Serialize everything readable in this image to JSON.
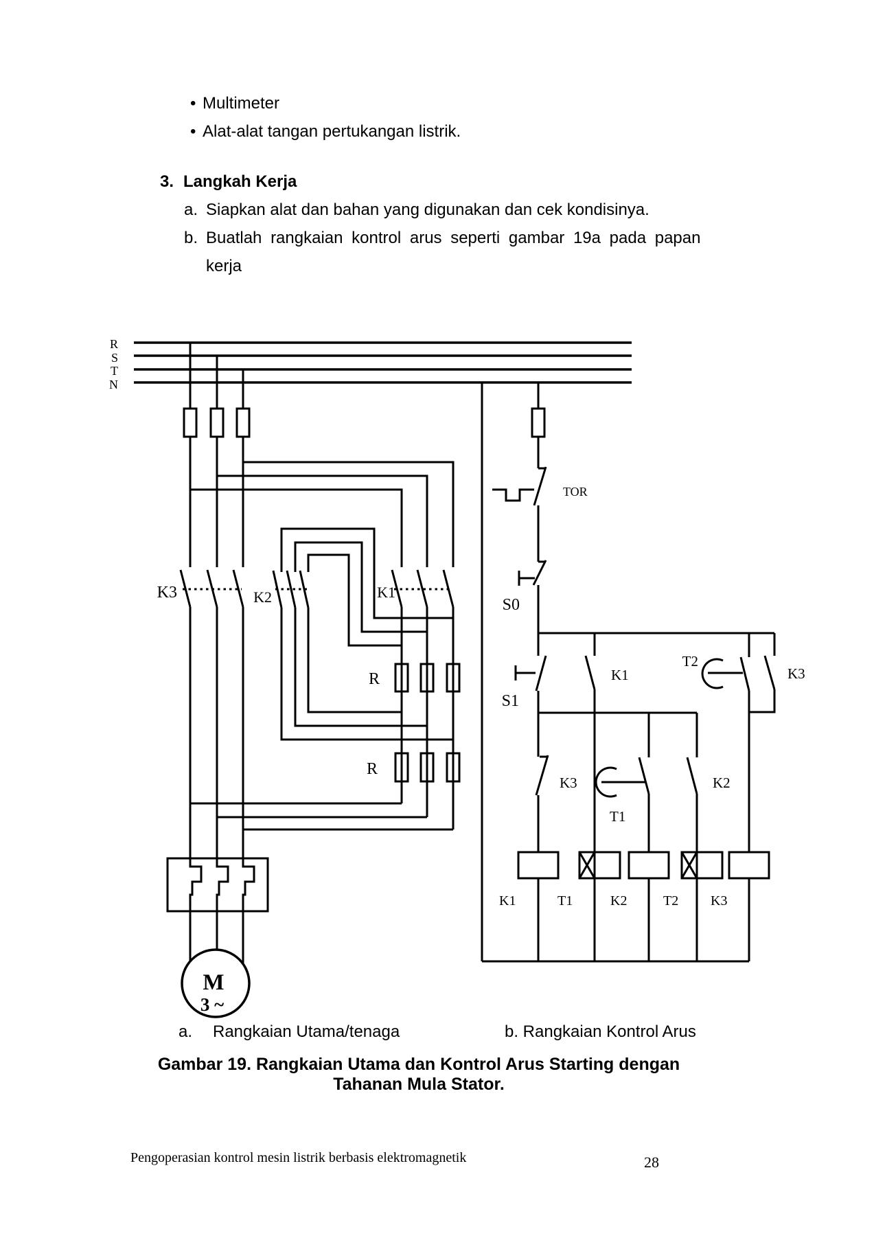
{
  "page": {
    "bullet_glyph": "•",
    "bullets": [
      "Multimeter",
      "Alat-alat tangan pertukangan listrik."
    ],
    "heading_num": "3.",
    "heading": "Langkah Kerja",
    "step_a_num": "a.",
    "step_a": "Siapkan alat dan bahan yang digunakan dan cek kondisinya.",
    "step_b_num": "b.",
    "step_b": "Buatlah rangkaian kontrol arus seperti gambar 19a pada papan",
    "step_b_cont": "kerja",
    "caption_a_num": "a.",
    "caption_a": "Rangkaian Utama/tenaga",
    "caption_b": "b. Rangkaian Kontrol Arus",
    "figure_caption_line1": "Gambar 19.  Rangkaian Utama dan Kontrol Arus Starting dengan",
    "figure_caption_line2": "Tahanan Mula Stator.",
    "footer": "Pengoperasian kontrol mesin listrik berbasis elektromagnetik",
    "page_number": "28"
  },
  "diagram": {
    "bus_labels": [
      "R",
      "S",
      "T",
      "N"
    ],
    "main": {
      "k3": "K3",
      "k2": "K2",
      "k1": "K1",
      "r_upper": "R",
      "r_lower": "R",
      "motor_letter": "M",
      "motor_phase": "3 ~"
    },
    "control": {
      "tor": "TOR",
      "s0": "S0",
      "s1": "S1",
      "k1_aux": "K1",
      "t2_timer": "T2",
      "k3_hold": "K3",
      "k3_interlock": "K3",
      "t1_timer": "T1",
      "k2_aux": "K2",
      "coil_labels": [
        "K1",
        "T1",
        "K2",
        "T2",
        "K3"
      ]
    }
  }
}
